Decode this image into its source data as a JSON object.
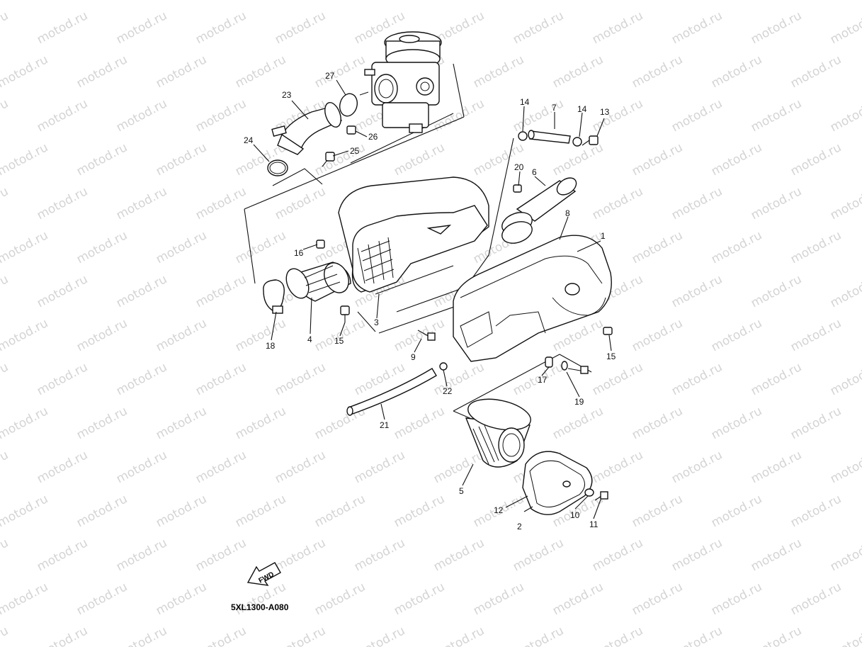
{
  "watermark": "motod.ru",
  "diagram_code": "5XL1300-A080",
  "fwd_label": "FWD",
  "part_numbers": [
    "1",
    "2",
    "3",
    "4",
    "5",
    "6",
    "7",
    "8",
    "9",
    "10",
    "11",
    "12",
    "13",
    "14",
    "14",
    "15",
    "15",
    "16",
    "17",
    "18",
    "19",
    "20",
    "21",
    "22",
    "23",
    "24",
    "25",
    "26",
    "27"
  ]
}
